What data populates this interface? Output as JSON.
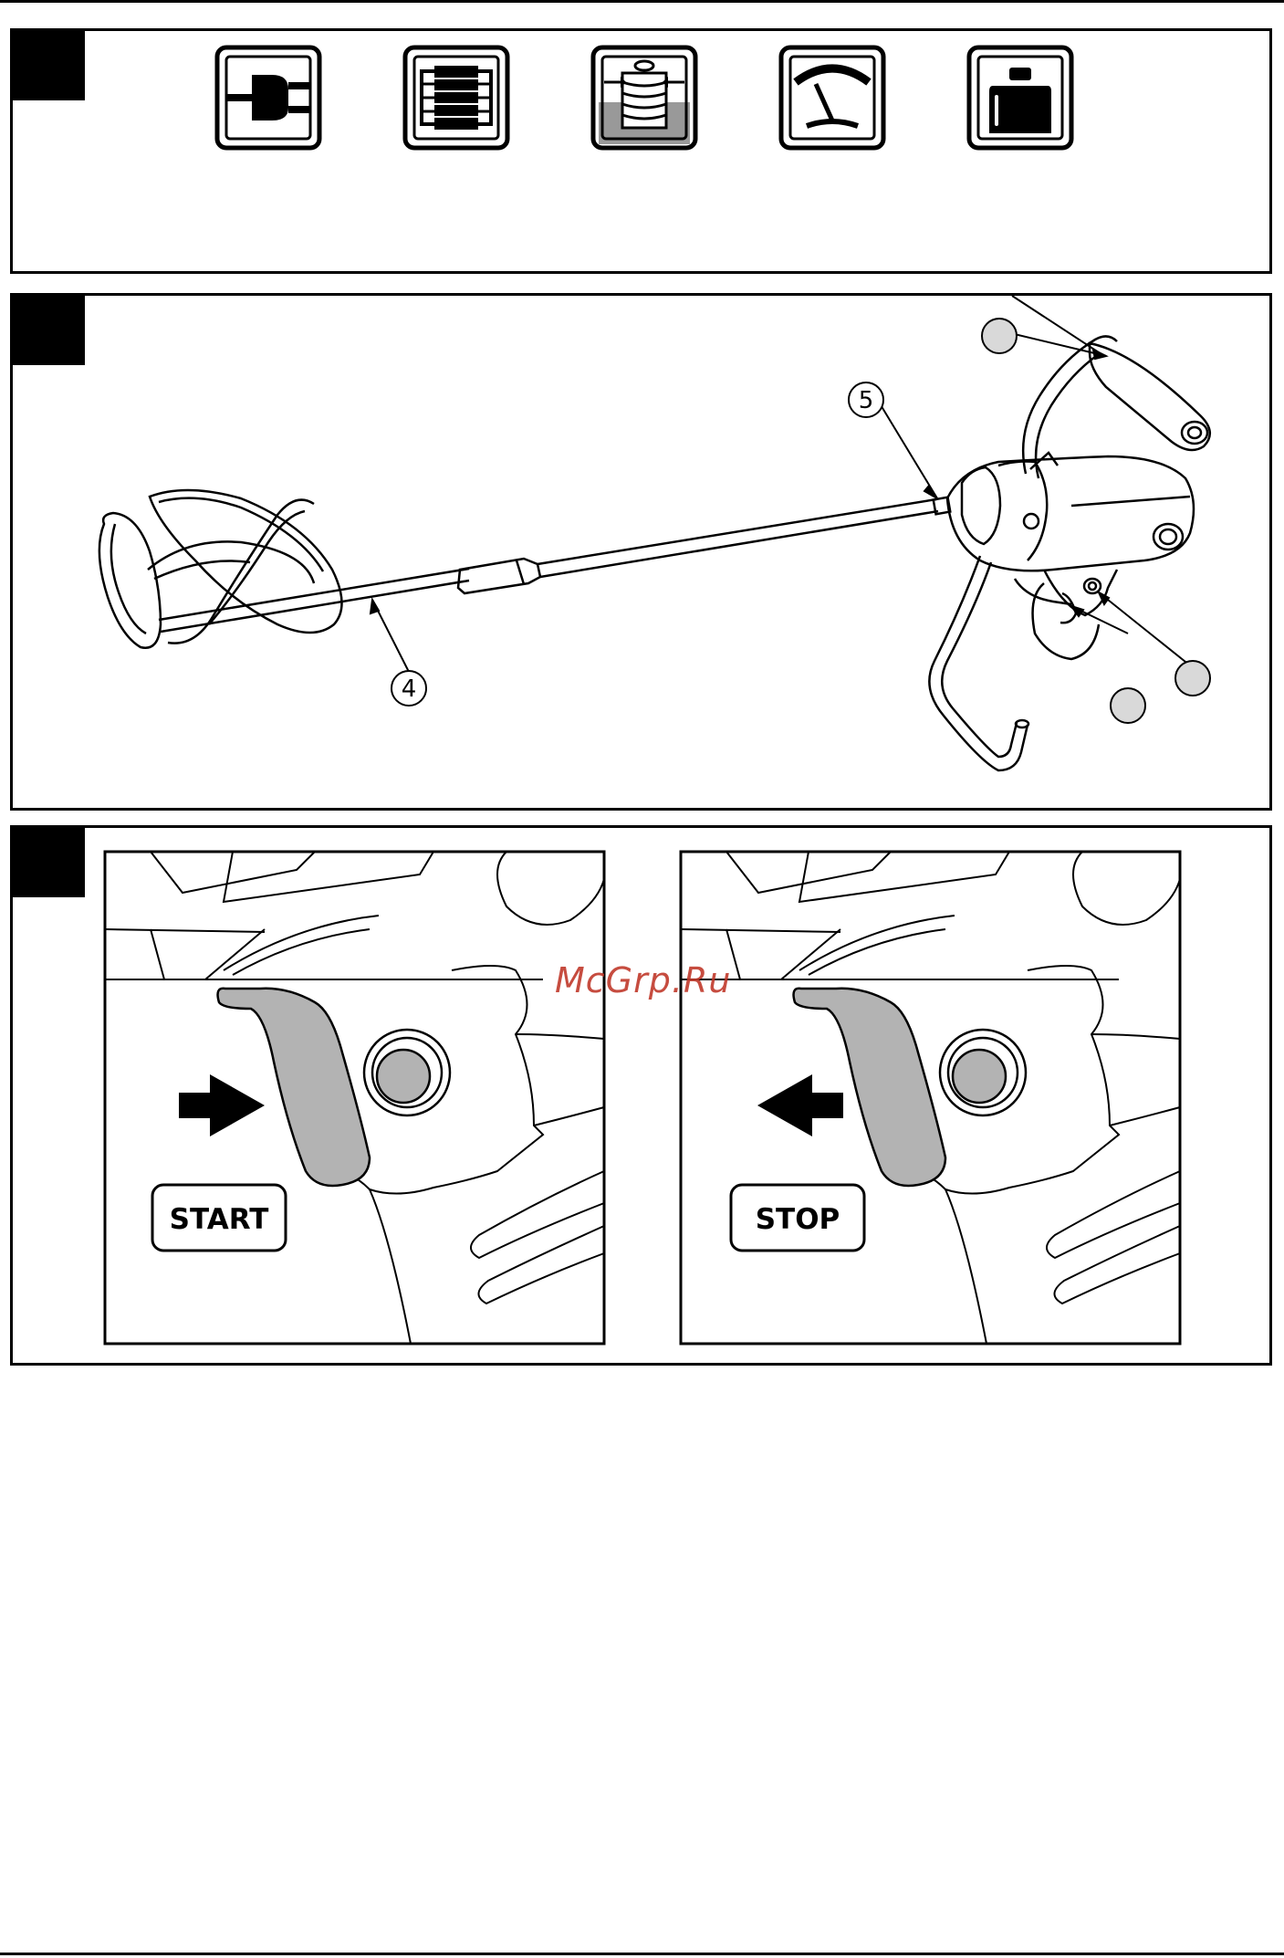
{
  "panels": {
    "top_icons": [
      "plug-icon",
      "motor-icon",
      "thread-icon",
      "gauge-icon",
      "weight-icon"
    ],
    "mixer_callouts": {
      "shaft_label": "4",
      "coupling_label": "5"
    },
    "switch": {
      "start_label": "START",
      "stop_label": "STOP"
    }
  },
  "watermark": "McGrp.Ru",
  "colors": {
    "ink": "#000000",
    "fill_gray": "#b3b3b3",
    "callout_gray": "#d9d9d9"
  }
}
